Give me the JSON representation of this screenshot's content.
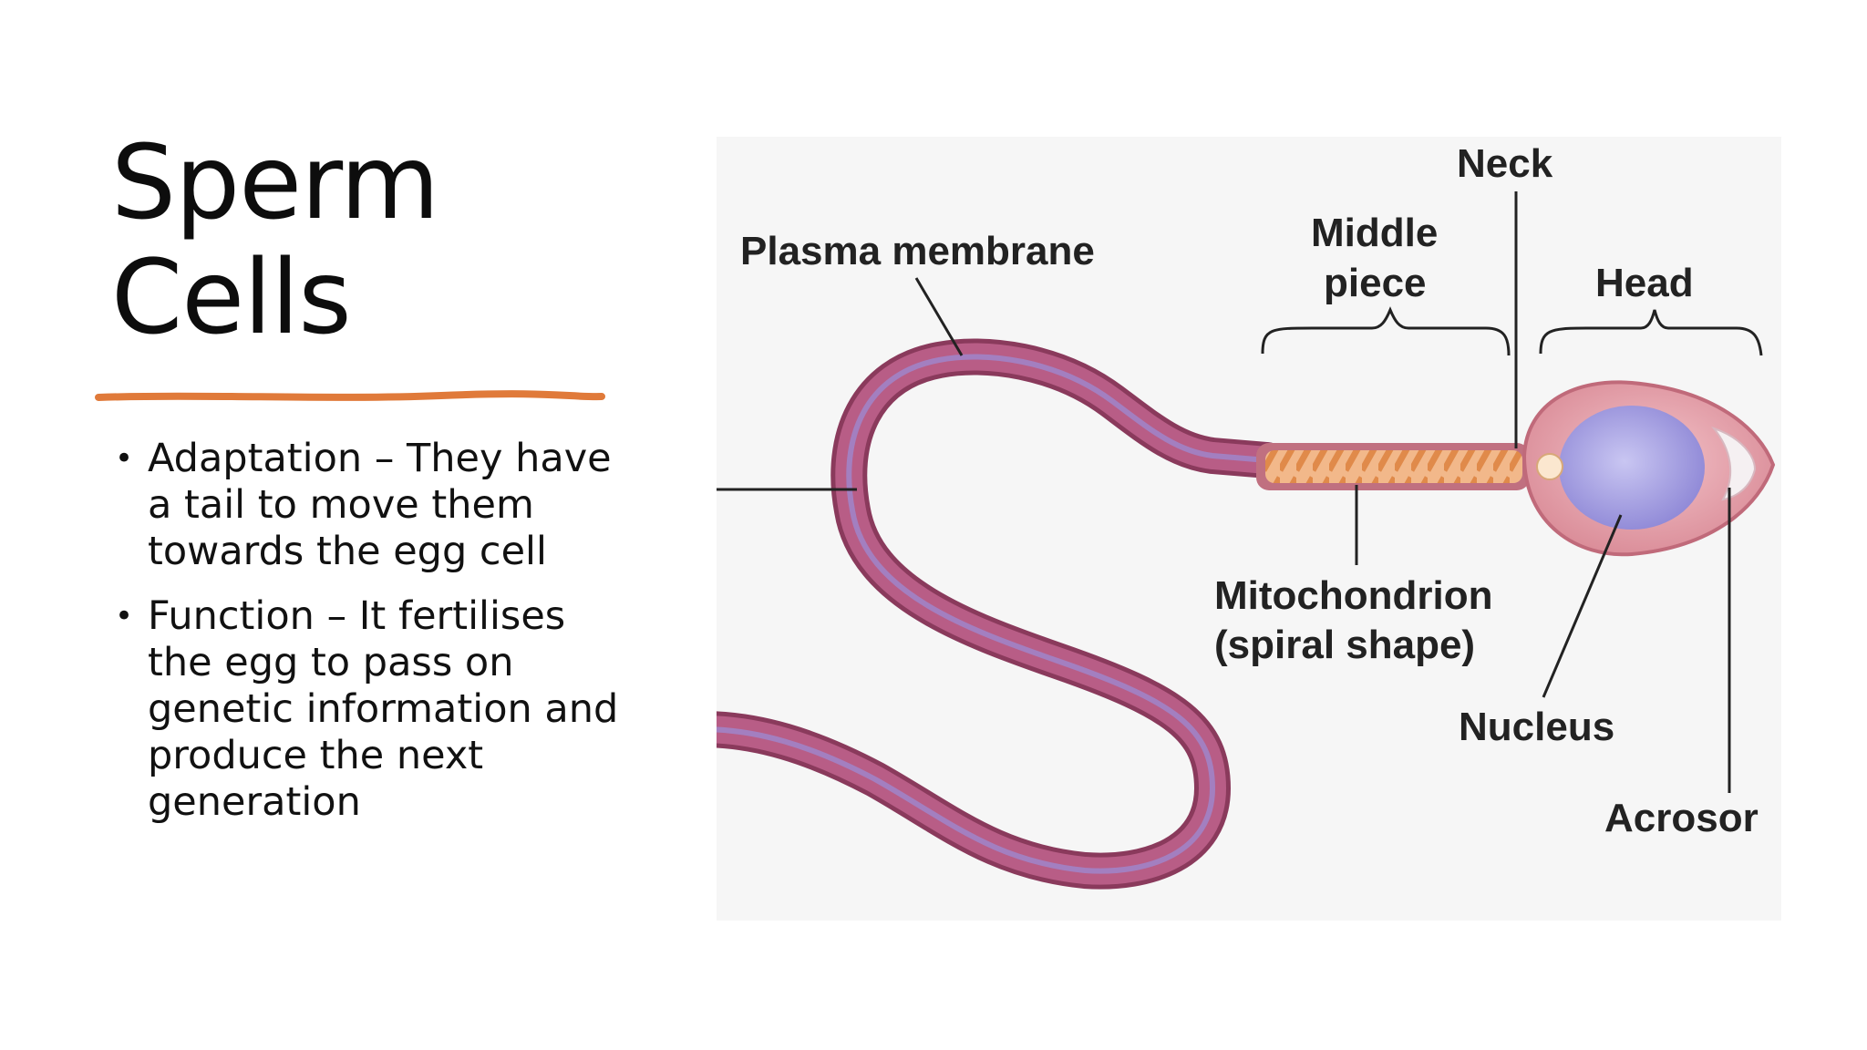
{
  "slide": {
    "title_line1": "Sperm",
    "title_line2": "Cells",
    "accent_color": "#e07a3a",
    "bullets": [
      {
        "text": "Adaptation – They have a tail to move them towards the egg cell"
      },
      {
        "text": "Function – It fertilises the egg to pass on genetic information and produce the next generation"
      }
    ],
    "bullet_glyph": "•"
  },
  "diagram": {
    "labels": {
      "neck": "Neck",
      "plasma_membrane": "Plasma membrane",
      "middle": "Middle",
      "piece": "piece",
      "head": "Head",
      "mitochondrion": "Mitochondrion",
      "spiral_shape": "(spiral shape)",
      "nucleus": "Nucleus",
      "acrosome": "Acrosor"
    }
  }
}
